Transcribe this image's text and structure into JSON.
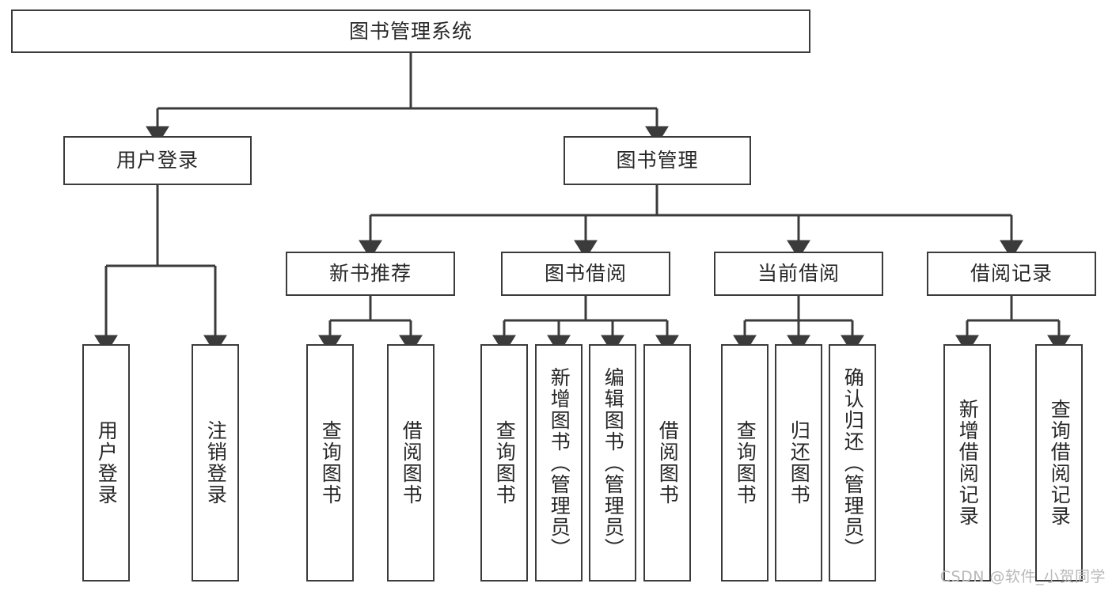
{
  "diagram": {
    "title": "图书管理系统",
    "watermark": "CSDN @软件_小贺同学",
    "style": {
      "border_color": "#3b3b3b",
      "text_color": "#272727",
      "background": "#ffffff",
      "edge_color": "#3b3b3b",
      "watermark_color": "#b9b9b9"
    },
    "levels": {
      "root": "图书管理系统",
      "level1": [
        "用户登录",
        "图书管理"
      ],
      "level2": [
        "新书推荐",
        "图书借阅",
        "当前借阅",
        "借阅记录"
      ]
    },
    "nodes": {
      "root": {
        "label": "图书管理系统"
      },
      "user_login": {
        "label": "用户登录"
      },
      "book_manage": {
        "label": "图书管理"
      },
      "new_book_rec": {
        "label": "新书推荐"
      },
      "book_borrow": {
        "label": "图书借阅"
      },
      "current_borrow": {
        "label": "当前借阅"
      },
      "borrow_record": {
        "label": "借阅记录"
      },
      "leaf_user_login": {
        "label": "用户登录"
      },
      "leaf_user_logout": {
        "label": "注销登录"
      },
      "leaf_rec_query": {
        "label": "查询图书"
      },
      "leaf_rec_borrow": {
        "label": "借阅图书"
      },
      "leaf_borrow_query": {
        "label": "查询图书"
      },
      "leaf_borrow_add": {
        "label": "新增图书（管理员）"
      },
      "leaf_borrow_edit": {
        "label": "编辑图书（管理员）"
      },
      "leaf_borrow_do": {
        "label": "借阅图书"
      },
      "leaf_cur_query": {
        "label": "查询图书"
      },
      "leaf_cur_return": {
        "label": "归还图书"
      },
      "leaf_cur_confirm": {
        "label": "确认归还（管理员）"
      },
      "leaf_rec_add": {
        "label": "新增借阅记录"
      },
      "leaf_rec_search": {
        "label": "查询借阅记录"
      }
    },
    "tree": {
      "root": "图书管理系统",
      "children": [
        {
          "label": "用户登录",
          "children": [
            {
              "label": "用户登录"
            },
            {
              "label": "注销登录"
            }
          ]
        },
        {
          "label": "图书管理",
          "children": [
            {
              "label": "新书推荐",
              "children": [
                {
                  "label": "查询图书"
                },
                {
                  "label": "借阅图书"
                }
              ]
            },
            {
              "label": "图书借阅",
              "children": [
                {
                  "label": "查询图书"
                },
                {
                  "label": "新增图书（管理员）"
                },
                {
                  "label": "编辑图书（管理员）"
                },
                {
                  "label": "借阅图书"
                }
              ]
            },
            {
              "label": "当前借阅",
              "children": [
                {
                  "label": "查询图书"
                },
                {
                  "label": "归还图书"
                },
                {
                  "label": "确认归还（管理员）"
                }
              ]
            },
            {
              "label": "借阅记录",
              "children": [
                {
                  "label": "新增借阅记录"
                },
                {
                  "label": "查询借阅记录"
                }
              ]
            }
          ]
        }
      ]
    }
  }
}
